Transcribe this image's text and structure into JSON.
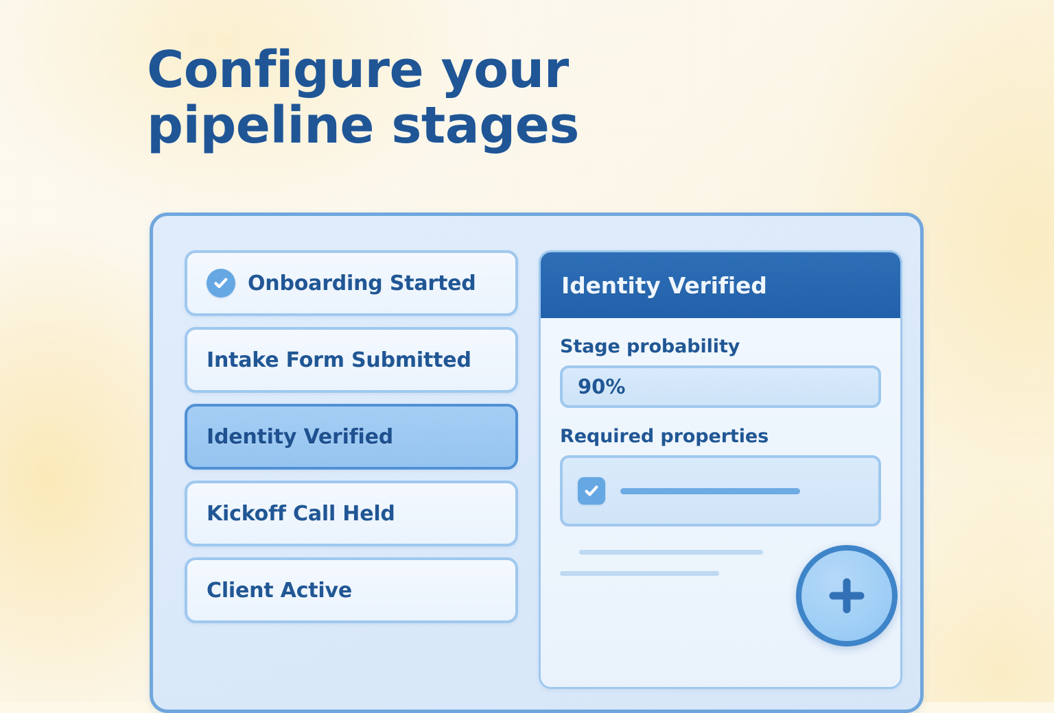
{
  "page": {
    "title": "Configure your\npipeline stages",
    "accent_blue": "#1d5493",
    "header_blue": "#1f5fa9",
    "border_blue": "#9ec7ee",
    "selected_blue": "#a4cdf4",
    "background_cream": "#fdf8e8"
  },
  "stage_list": {
    "items": [
      {
        "label": "Onboarding Started",
        "completed": true,
        "selected": false,
        "icon": "check-circle-icon"
      },
      {
        "label": "Intake Form Submitted",
        "completed": false,
        "selected": false,
        "icon": ""
      },
      {
        "label": "Identity Verified",
        "completed": false,
        "selected": true,
        "icon": ""
      },
      {
        "label": "Kickoff Call Held",
        "completed": false,
        "selected": false,
        "icon": ""
      },
      {
        "label": "Client Active",
        "completed": false,
        "selected": false,
        "icon": ""
      }
    ]
  },
  "detail_panel": {
    "header_title": "Identity Verified",
    "fields": [
      {
        "label": "Stage probability",
        "value": "90%",
        "type": "text-input"
      }
    ],
    "required_properties": {
      "label": "Required properties",
      "rows": [
        {
          "checked": true,
          "value": ""
        }
      ]
    }
  },
  "add_button": {
    "icon": "plus-icon",
    "label": ""
  }
}
